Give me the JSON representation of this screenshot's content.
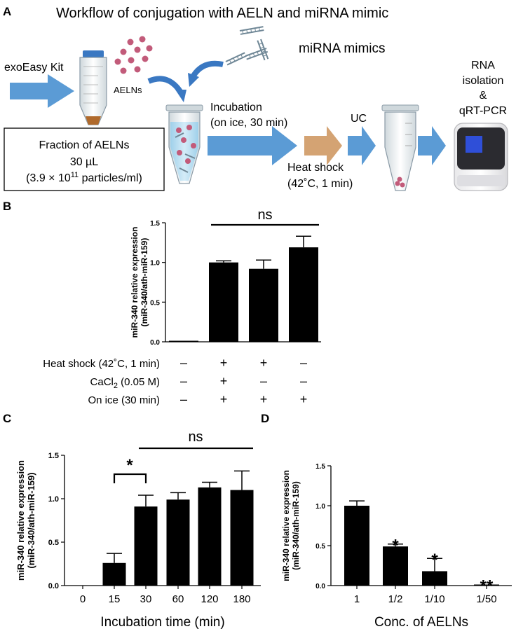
{
  "panel_a": {
    "letter": "A",
    "title": "Workflow of conjugation with AELN and miRNA mimic",
    "kit_label": "exoEasy Kit",
    "aelns_label": "AELNs",
    "mimics_label": "miRNA mimics",
    "incubation_line1": "Incubation",
    "incubation_line2": "(on ice, 30 min)",
    "heat_line1": "Heat shock",
    "heat_line2": "(42˚C, 1 min)",
    "uc_label": "UC",
    "rna_line1": "RNA",
    "rna_line2": "isolation",
    "rna_line3": "&",
    "rna_line4": "qRT-PCR",
    "box_line1": "Fraction of AELNs",
    "box_line2": "30 µL",
    "box_line3_pre": "(3.9 × 10",
    "box_line3_sup": "11",
    "box_line3_post": " particles/ml)"
  },
  "colors": {
    "arrow_blue": "#5b9bd5",
    "arrow_tan": "#d4a373",
    "particle": "#c25b7a",
    "bar": "#000000"
  },
  "chart_data": [
    {
      "panel": "B",
      "type": "bar",
      "ylabel_line1": "miR-340 relative expression",
      "ylabel_line2": "(miR-340/ath-miR-159)",
      "ylim": [
        0,
        1.5
      ],
      "yticks": [
        "0.0",
        "0.5",
        "1.0",
        "1.5"
      ],
      "values": [
        0.01,
        1.0,
        0.92,
        1.19
      ],
      "errors": [
        0.005,
        0.02,
        0.11,
        0.14
      ],
      "annotations": [
        {
          "text": "ns"
        }
      ],
      "conditions": [
        {
          "label": "Heat shock (42˚C, 1 min)",
          "signs": [
            "–",
            "+",
            "+",
            "–"
          ]
        },
        {
          "label_pre": "CaCl",
          "label_sub": "2",
          "label_post": " (0.05 M)",
          "signs": [
            "–",
            "+",
            "–",
            "–"
          ]
        },
        {
          "label": "On ice (30 min)",
          "signs": [
            "–",
            "+",
            "+",
            "+"
          ]
        }
      ]
    },
    {
      "panel": "C",
      "type": "bar",
      "ylabel_line1": "miR-340 relative expression",
      "ylabel_line2": "(miR-340/ath-miR-159)",
      "xlabel": "Incubation time (min)",
      "categories": [
        "0",
        "15",
        "30",
        "60",
        "120",
        "180"
      ],
      "values": [
        0,
        0.26,
        0.91,
        0.99,
        1.13,
        1.1
      ],
      "errors": [
        0,
        0.11,
        0.13,
        0.08,
        0.06,
        0.22
      ],
      "ylim": [
        0,
        1.5
      ],
      "yticks": [
        "0.0",
        "0.5",
        "1.0",
        "1.5"
      ],
      "annotations": [
        {
          "text": "*"
        },
        {
          "text": "ns"
        }
      ]
    },
    {
      "panel": "D",
      "type": "bar",
      "ylabel_line1": "miR-340 relative expression",
      "ylabel_line2": "(miR-340/ath-miR-159)",
      "xlabel": "Conc. of AELNs",
      "categories": [
        "1",
        "1/2",
        "1/10",
        "1/50"
      ],
      "values": [
        1.0,
        0.49,
        0.18,
        0.01
      ],
      "errors": [
        0.06,
        0.03,
        0.16,
        0.005
      ],
      "significance": [
        "",
        "*",
        "*",
        "**"
      ],
      "ylim": [
        0,
        1.5
      ],
      "yticks": [
        "0.0",
        "0.5",
        "1.0",
        "1.5"
      ]
    }
  ]
}
